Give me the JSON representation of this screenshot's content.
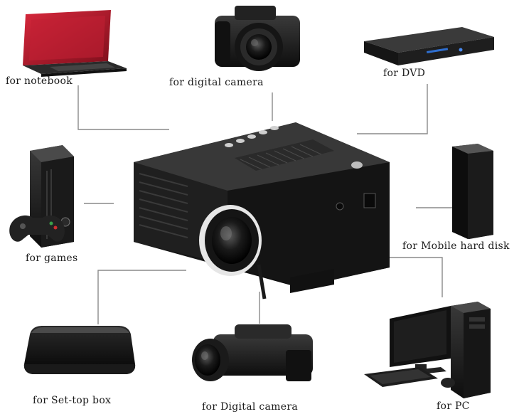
{
  "labels": {
    "notebook": "for notebook",
    "digital_camera": "for digital camera",
    "dvd": "for DVD",
    "games": "for games",
    "mobile_hard_disk": "for Mobile hard disk",
    "set_top_box": "for Set-top box",
    "digital_camera_video": "for Digital camera",
    "pc": "for PC"
  },
  "colors": {
    "device_dark": "#1c1c1c",
    "connector_line": "#8a8a8a",
    "laptop_red": "#b3192a"
  }
}
